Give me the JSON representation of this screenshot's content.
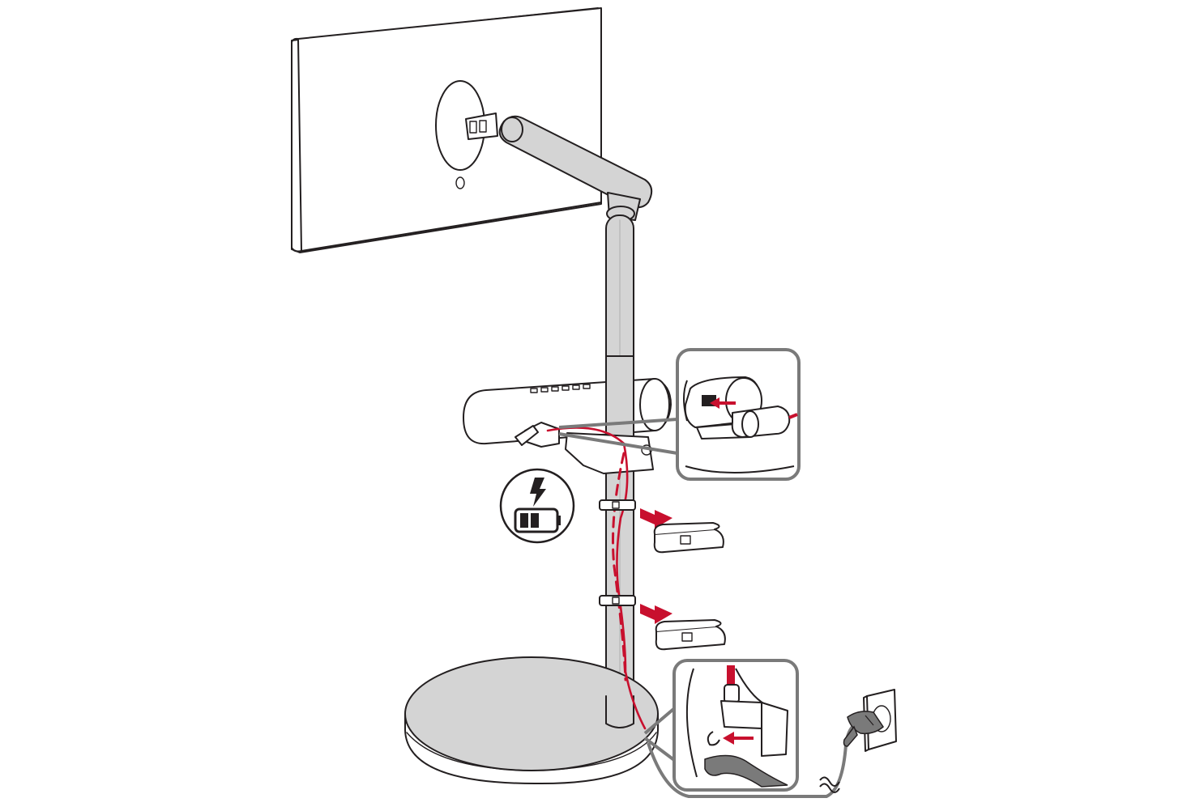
{
  "colors": {
    "accent_red": "#c8102e",
    "line": "#231f20",
    "metal_gray": "#d4d4d4",
    "callout_gray": "#7a7a7a"
  },
  "icons": [
    "monitor",
    "stand-arm",
    "stand-pole",
    "stand-base",
    "battery-pack",
    "charging-battery-icon",
    "cable-clip",
    "insert-arrow-icon",
    "callout-zoom-connector",
    "callout-zoom-base-port",
    "power-plug-icon",
    "wall-socket-icon"
  ]
}
